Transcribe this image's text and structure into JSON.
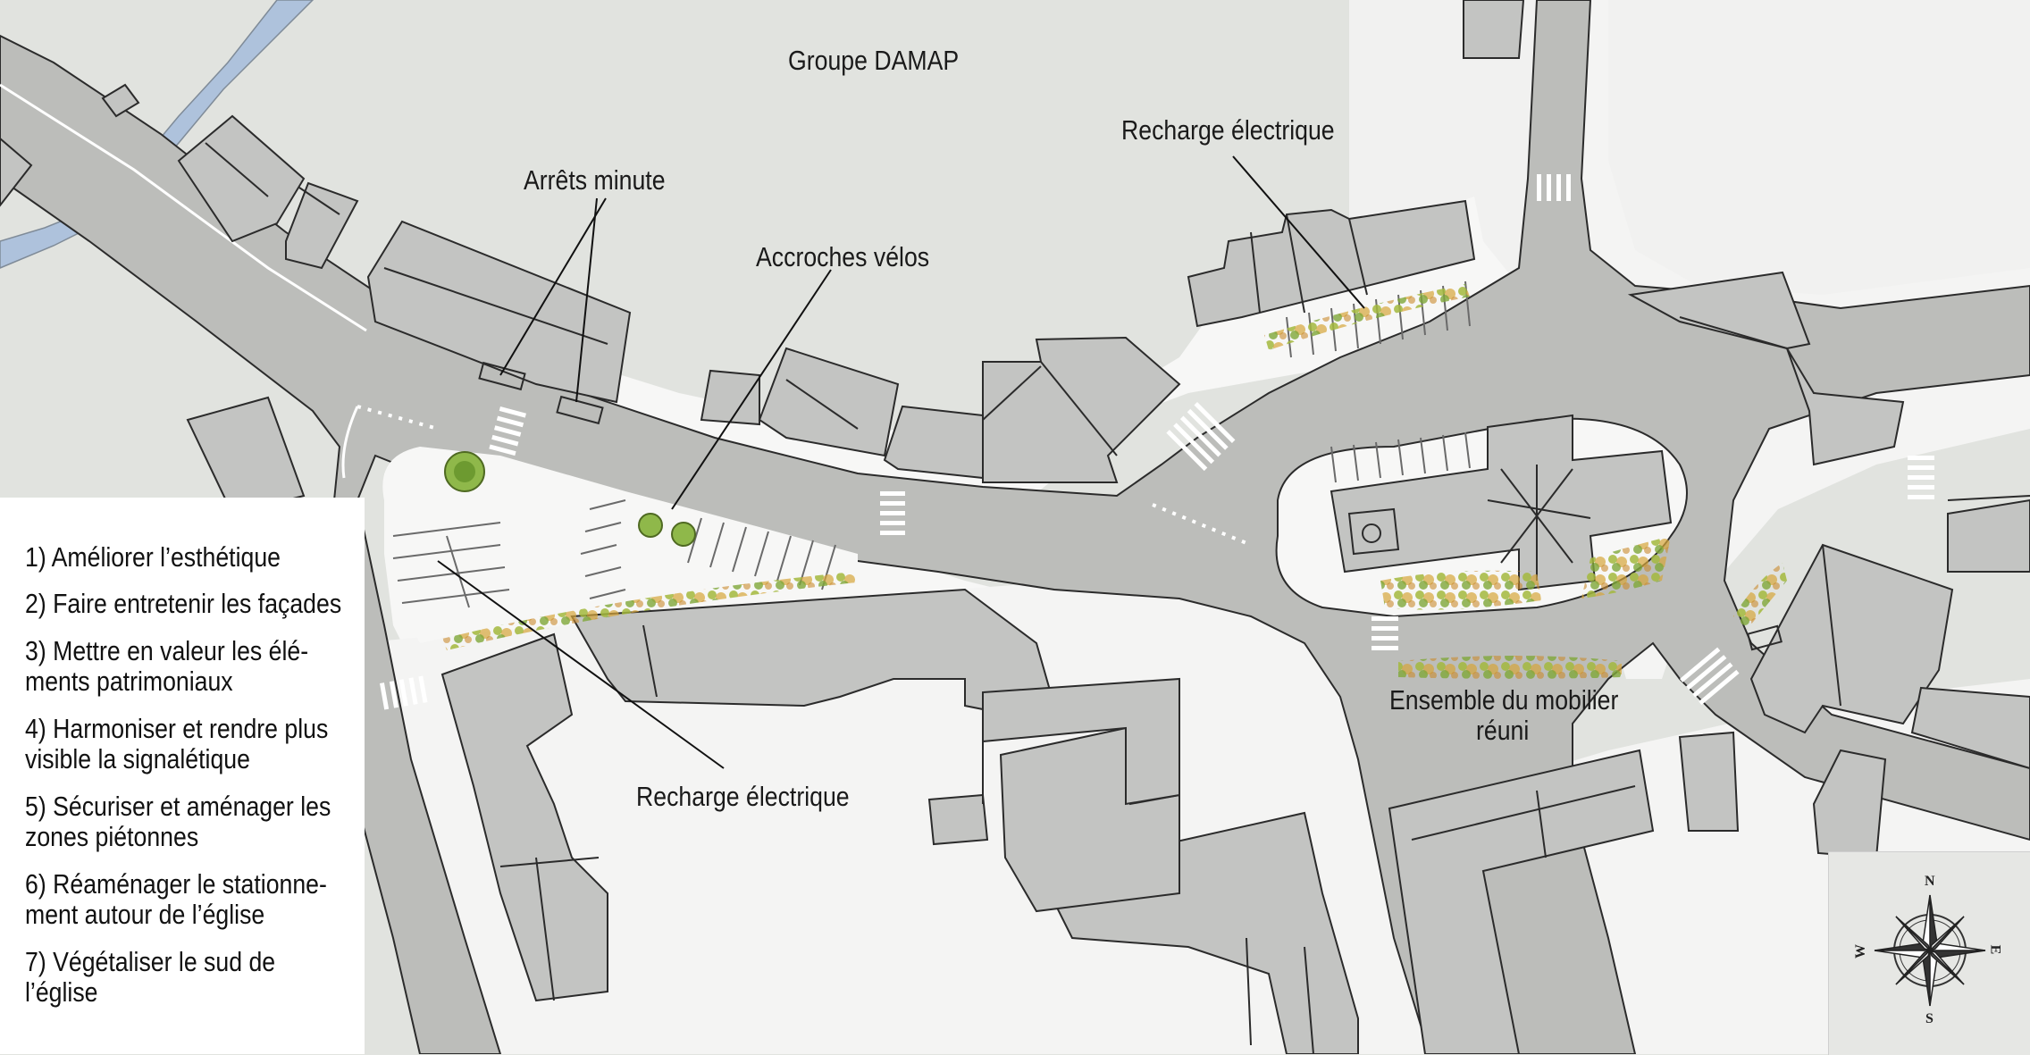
{
  "map": {
    "labels": {
      "groupe": "Groupe DAMAP",
      "arrets": "Arrêts minute",
      "accroches": "Accroches vélos",
      "recharge_top": "Recharge électrique",
      "recharge_bottom": "Recharge électrique",
      "mobilier_line1": "Ensemble du mobilier",
      "mobilier_line2": "réuni"
    },
    "colors": {
      "background": "#e1e3df",
      "road": "#bcbdba",
      "sidewalk": "#f7f7f6",
      "building": "#c3c4c2",
      "water": "#aec2dc",
      "vegetation": "#9bb84a"
    }
  },
  "legend": {
    "items": [
      "1) Améliorer l’esthétique",
      "2) Faire entretenir les façades",
      "3) Mettre en valeur les élé-\nments patrimoniaux",
      "4) Harmoniser et rendre plus\nvisible la signalétique",
      "5) Sécuriser et aménager les\nzones piétonnes",
      "6) Réaménager le stationne-\nment autour de l’église",
      "7) Végétaliser le sud de\nl’église"
    ]
  },
  "compass": {
    "north": "N",
    "south": "S",
    "east": "E",
    "west": "W"
  }
}
